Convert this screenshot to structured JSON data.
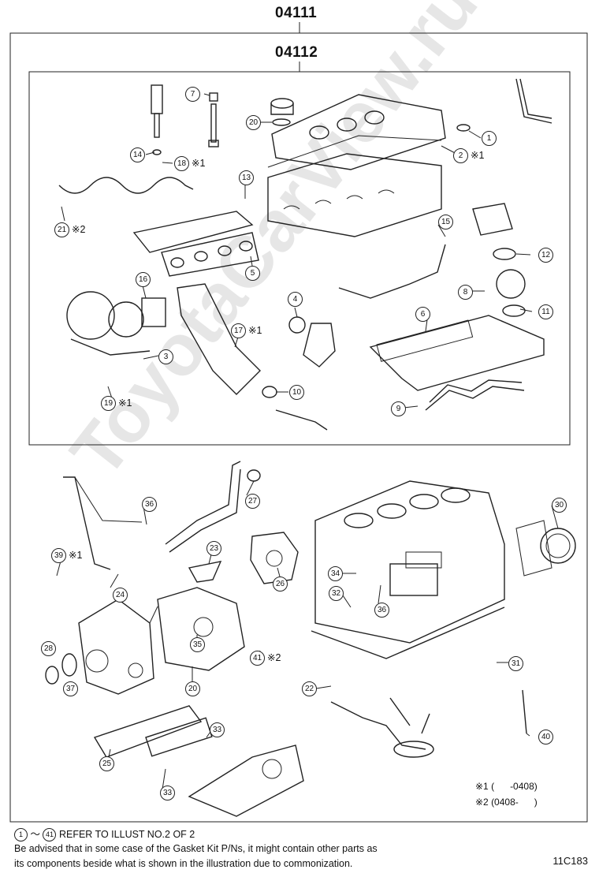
{
  "header": {
    "kit_number": "04111",
    "sub_kit_number": "04112"
  },
  "callouts": [
    {
      "id": "c1",
      "label": "1",
      "mark": ""
    },
    {
      "id": "c2",
      "label": "2",
      "mark": "※1"
    },
    {
      "id": "c3",
      "label": "3",
      "mark": ""
    },
    {
      "id": "c4",
      "label": "4",
      "mark": ""
    },
    {
      "id": "c5",
      "label": "5",
      "mark": ""
    },
    {
      "id": "c6",
      "label": "6",
      "mark": ""
    },
    {
      "id": "c7",
      "label": "7",
      "mark": ""
    },
    {
      "id": "c8",
      "label": "8",
      "mark": ""
    },
    {
      "id": "c9",
      "label": "9",
      "mark": ""
    },
    {
      "id": "c10",
      "label": "10",
      "mark": ""
    },
    {
      "id": "c11",
      "label": "11",
      "mark": ""
    },
    {
      "id": "c12",
      "label": "12",
      "mark": ""
    },
    {
      "id": "c13",
      "label": "13",
      "mark": ""
    },
    {
      "id": "c14",
      "label": "14",
      "mark": ""
    },
    {
      "id": "c15",
      "label": "15",
      "mark": ""
    },
    {
      "id": "c16",
      "label": "16",
      "mark": ""
    },
    {
      "id": "c17",
      "label": "17",
      "mark": "※1"
    },
    {
      "id": "c18",
      "label": "18",
      "mark": "※1"
    },
    {
      "id": "c19",
      "label": "19",
      "mark": "※1"
    },
    {
      "id": "c20a",
      "label": "20",
      "mark": ""
    },
    {
      "id": "c21",
      "label": "21",
      "mark": "※2"
    },
    {
      "id": "c22",
      "label": "22",
      "mark": ""
    },
    {
      "id": "c23",
      "label": "23",
      "mark": ""
    },
    {
      "id": "c24",
      "label": "24",
      "mark": ""
    },
    {
      "id": "c25",
      "label": "25",
      "mark": ""
    },
    {
      "id": "c26",
      "label": "26",
      "mark": ""
    },
    {
      "id": "c27",
      "label": "27",
      "mark": ""
    },
    {
      "id": "c28",
      "label": "28",
      "mark": ""
    },
    {
      "id": "c20b",
      "label": "20",
      "mark": ""
    },
    {
      "id": "c30",
      "label": "30",
      "mark": ""
    },
    {
      "id": "c31",
      "label": "31",
      "mark": ""
    },
    {
      "id": "c32",
      "label": "32",
      "mark": ""
    },
    {
      "id": "c33a",
      "label": "33",
      "mark": ""
    },
    {
      "id": "c33b",
      "label": "33",
      "mark": ""
    },
    {
      "id": "c34",
      "label": "34",
      "mark": ""
    },
    {
      "id": "c35",
      "label": "35",
      "mark": ""
    },
    {
      "id": "c36a",
      "label": "36",
      "mark": ""
    },
    {
      "id": "c36b",
      "label": "36",
      "mark": ""
    },
    {
      "id": "c37",
      "label": "37",
      "mark": ""
    },
    {
      "id": "c39",
      "label": "39",
      "mark": "※1"
    },
    {
      "id": "c40",
      "label": "40",
      "mark": ""
    },
    {
      "id": "c41",
      "label": "41",
      "mark": "※2"
    }
  ],
  "legend": {
    "row1": "※1 (      -0408)",
    "row2": "※2 (0408-      )"
  },
  "footer": {
    "range_from": "1",
    "range_to": "41",
    "range_sep": "〜",
    "range_text": "REFER TO ILLUST NO.2 OF 2",
    "note_line1": "Be advised that in some case of the Gasket Kit P/Ns,  it might contain other parts as",
    "note_line2": "its components beside what is shown in the illustration due to commonization.",
    "figure_code": "11C183"
  },
  "watermark": "ToyotaCarView.ru"
}
